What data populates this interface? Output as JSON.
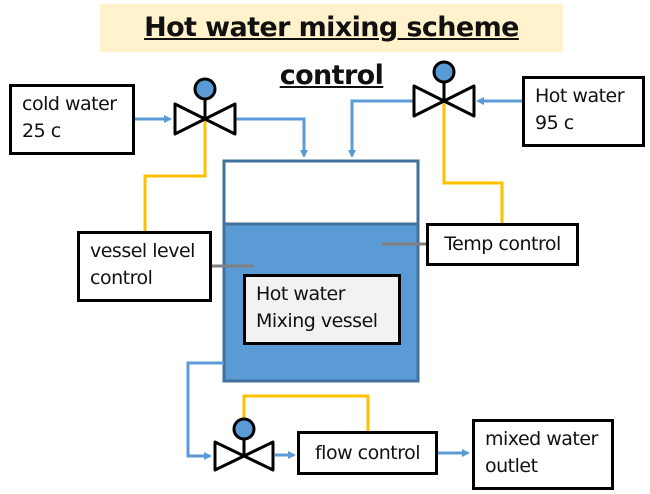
{
  "title": "Hot water mixing scheme control",
  "colors": {
    "water_pipe": "#5b9bd5",
    "signal_line": "#ffc000",
    "vessel_border": "#41719c",
    "vessel_fill": "#5b9bd5",
    "title_background": "#fff2cc",
    "sensor_line": "#808080"
  },
  "nodes": {
    "cold_water": {
      "line1": "cold water",
      "line2": "25 c"
    },
    "hot_water": {
      "line1": "Hot water",
      "line2": "95 c"
    },
    "vessel_level_control": {
      "line1": "vessel level",
      "line2": "control"
    },
    "temp_control": {
      "label": "Temp control"
    },
    "mixing_vessel": {
      "line1": "Hot water",
      "line2": "Mixing vessel"
    },
    "flow_control": {
      "label": "flow control"
    },
    "outlet": {
      "line1": "mixed water",
      "line2": "outlet"
    }
  },
  "valves": [
    {
      "name": "cold-water-valve",
      "icon": "control-valve-icon"
    },
    {
      "name": "hot-water-valve",
      "icon": "control-valve-icon"
    },
    {
      "name": "outlet-valve",
      "icon": "control-valve-icon"
    }
  ]
}
